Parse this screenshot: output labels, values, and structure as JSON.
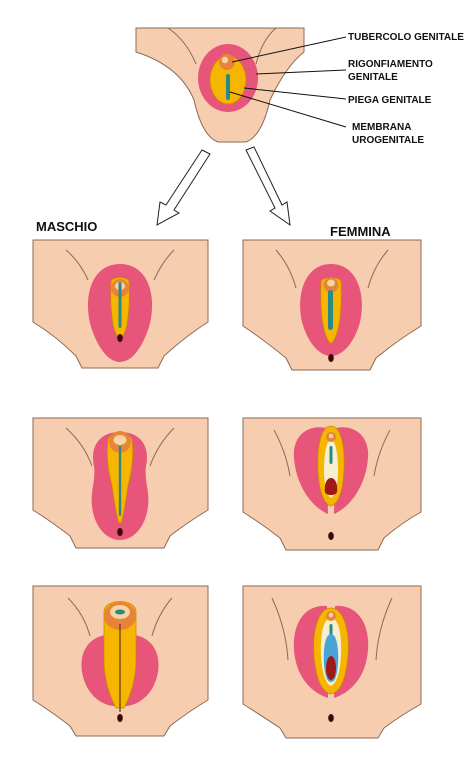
{
  "labels": {
    "tubercolo": "TUBERCOLO GENITALE",
    "rigonfiamento_1": "RIGONFIAMENTO",
    "rigonfiamento_2": "GENITALE",
    "piega": "PIEGA GENITALE",
    "membrana_1": "MEMBRANA",
    "membrana_2": "UROGENITALE",
    "male": "MASCHIO",
    "female": "FEMMINA"
  },
  "colors": {
    "skin": "#f7cdb0",
    "skin_line": "#8a6a55",
    "swelling": "#e8557a",
    "fold": "#f5b500",
    "tubercle": "#e8843a",
    "tubercle_tip": "#f4d4a0",
    "membrane": "#2a8a8a",
    "vestibule": "#f5efcf",
    "vagina_blue": "#4aa3d6",
    "opening": "#a01818",
    "anus": "#3a0a0a"
  }
}
